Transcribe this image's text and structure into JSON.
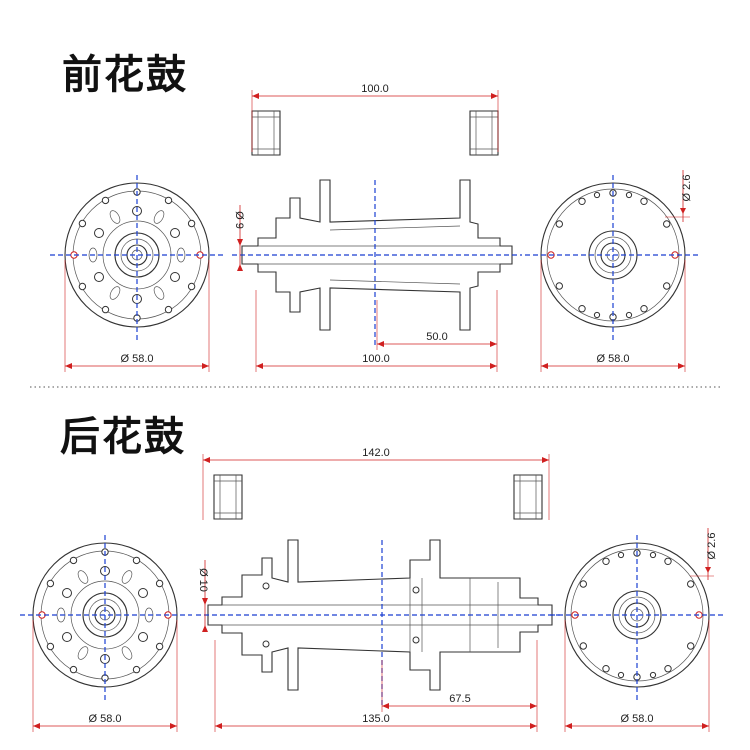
{
  "front": {
    "title": "前花鼓",
    "dims": {
      "axle_width": "100.0",
      "flange_diameter_left": "Ø 58.0",
      "flange_diameter_right": "Ø 58.0",
      "body_length": "100.0",
      "center_half": "50.0",
      "axle_bore": "Ø 9",
      "spoke_hole": "Ø 2.6"
    }
  },
  "rear": {
    "title": "后花鼓",
    "dims": {
      "axle_width": "142.0",
      "flange_diameter_left": "Ø 58.0",
      "flange_diameter_right": "Ø 58.0",
      "body_length": "135.0",
      "center_half": "67.5",
      "axle_bore": "Ø 10",
      "spoke_hole": "Ø 2.6"
    }
  }
}
